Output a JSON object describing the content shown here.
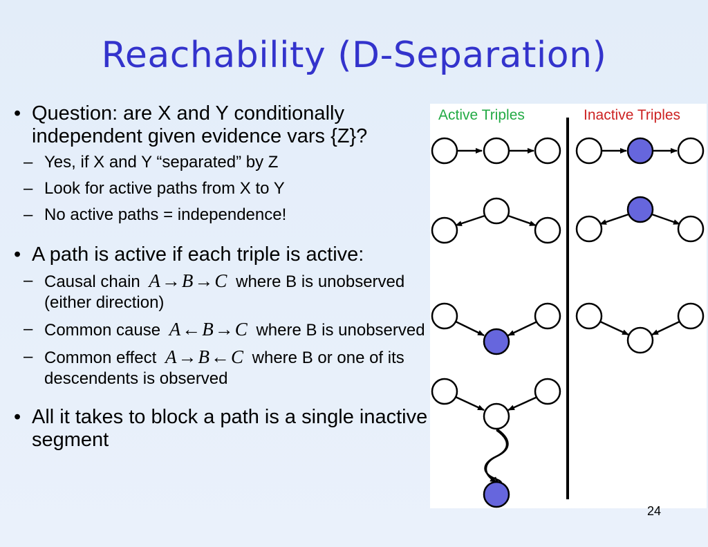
{
  "slide": {
    "title": "Reachability (D-Separation)",
    "page_number": "24"
  },
  "bullets": {
    "b1": {
      "text": "Question: are X and Y conditionally independent given evidence vars {Z}?",
      "subs": [
        "Yes, if X and Y “separated” by Z",
        "Look for active paths from X to Y",
        "No active paths = independence!"
      ]
    },
    "b2": {
      "text": "A path is active if each triple is active:",
      "causal_chain": {
        "label": "Causal chain",
        "var_a": "A",
        "var_b": "B",
        "var_c": "C",
        "arrow1": "→",
        "arrow2": "→",
        "suffix": "where B is unobserved (either direction)"
      },
      "common_cause": {
        "label": "Common cause",
        "var_a": "A",
        "var_b": "B",
        "var_c": "C",
        "arrow1": "←",
        "arrow2": "→",
        "suffix": "where B is unobserved"
      },
      "common_effect": {
        "label": "Common effect",
        "var_a": "A",
        "var_b": "B",
        "var_c": "C",
        "arrow1": "→",
        "arrow2": "←",
        "suffix": "where B or one of its descendents is observed"
      }
    },
    "b3": {
      "text": "All it takes to block a path is a single inactive segment"
    }
  },
  "diagram": {
    "active_label": "Active Triples",
    "inactive_label": "Inactive Triples",
    "colors": {
      "active_label": "#22aa44",
      "inactive_label": "#cc2222",
      "observed_fill": "#6666dd",
      "node_stroke": "#000000",
      "unobserved_fill": "#ffffff"
    }
  }
}
